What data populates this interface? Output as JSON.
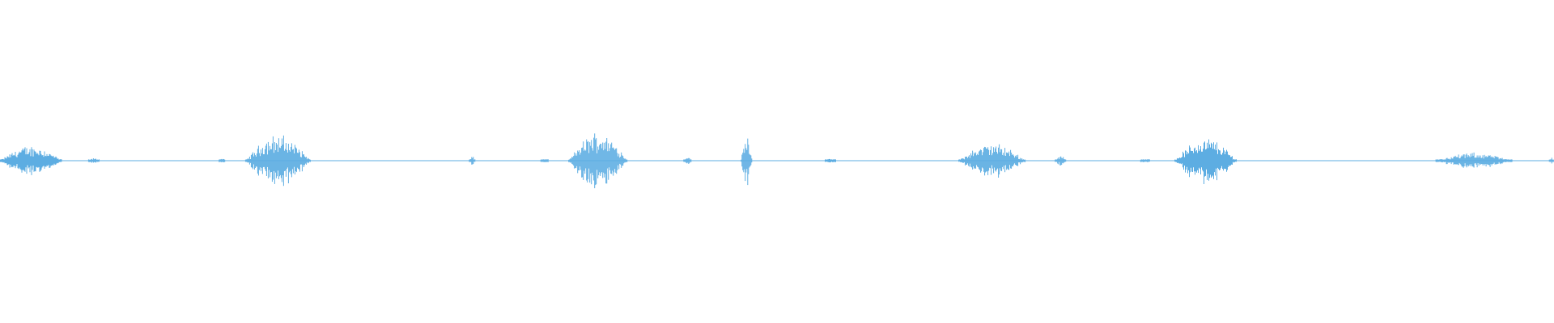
{
  "waveform": {
    "color": "#5dade2",
    "baseline_color": "#5dade2",
    "segments": [
      {
        "start": 0.0,
        "end": 0.04,
        "amp": 0.42
      },
      {
        "start": 0.057,
        "end": 0.064,
        "amp": 0.07
      },
      {
        "start": 0.141,
        "end": 0.145,
        "amp": 0.07
      },
      {
        "start": 0.158,
        "end": 0.2,
        "amp": 0.72
      },
      {
        "start": 0.302,
        "end": 0.306,
        "amp": 0.12
      },
      {
        "start": 0.348,
        "end": 0.353,
        "amp": 0.05
      },
      {
        "start": 0.366,
        "end": 0.404,
        "amp": 0.8
      },
      {
        "start": 0.44,
        "end": 0.445,
        "amp": 0.13
      },
      {
        "start": 0.477,
        "end": 0.484,
        "amp": 0.8
      },
      {
        "start": 0.531,
        "end": 0.538,
        "amp": 0.05
      },
      {
        "start": 0.617,
        "end": 0.66,
        "amp": 0.48
      },
      {
        "start": 0.679,
        "end": 0.686,
        "amp": 0.15
      },
      {
        "start": 0.734,
        "end": 0.74,
        "amp": 0.05
      },
      {
        "start": 0.756,
        "end": 0.796,
        "amp": 0.65
      },
      {
        "start": 0.924,
        "end": 0.973,
        "amp": 0.22
      },
      {
        "start": 0.997,
        "end": 1.0,
        "amp": 0.12
      }
    ]
  }
}
